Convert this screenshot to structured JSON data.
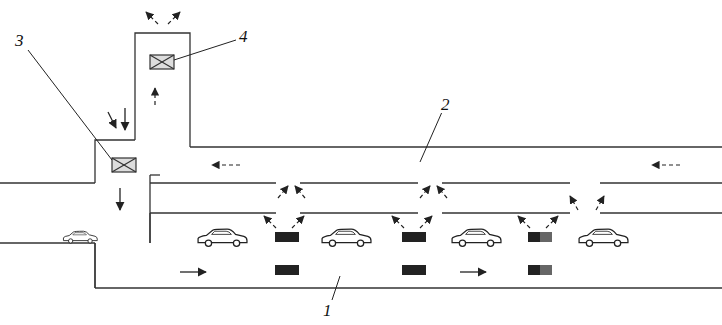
{
  "diagram": {
    "labels": [
      "3",
      "4",
      "2",
      "1"
    ]
  }
}
